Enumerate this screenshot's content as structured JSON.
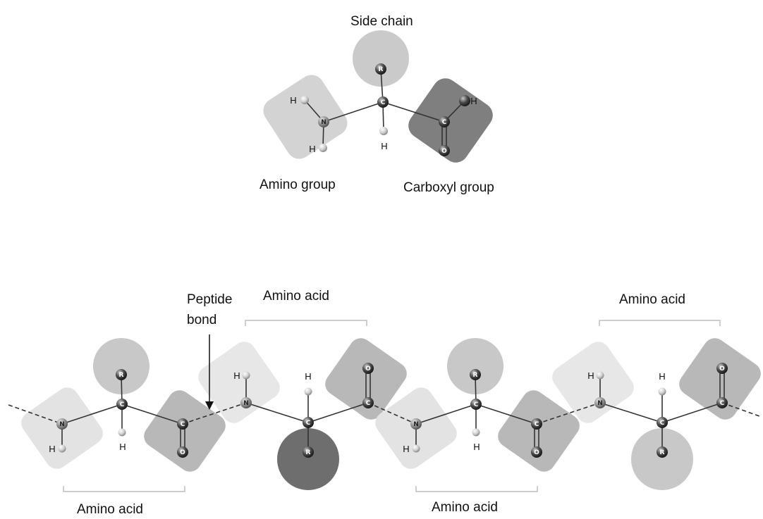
{
  "top_molecule": {
    "side_chain_label": "Side chain",
    "amino_group_label": "Amino group",
    "carboxyl_group_label": "Carboxyl group",
    "atoms": {
      "side_chain": "R",
      "carbon": "C",
      "nitrogen": "N",
      "oxygen": "O",
      "hydrogen": "H"
    }
  },
  "chain": {
    "peptide_bond_label": "Peptide\nbond",
    "amino_acid_labels": [
      "Amino acid",
      "Amino acid",
      "Amino acid",
      "Amino acid"
    ]
  },
  "colors": {
    "amino_group": "#d9d9d9",
    "carboxyl_group": "#7a7a7a",
    "side_chain": "#c8c8c8",
    "side_chain_dark": "#6e6e6e",
    "bracket": "#bbbbbb"
  }
}
